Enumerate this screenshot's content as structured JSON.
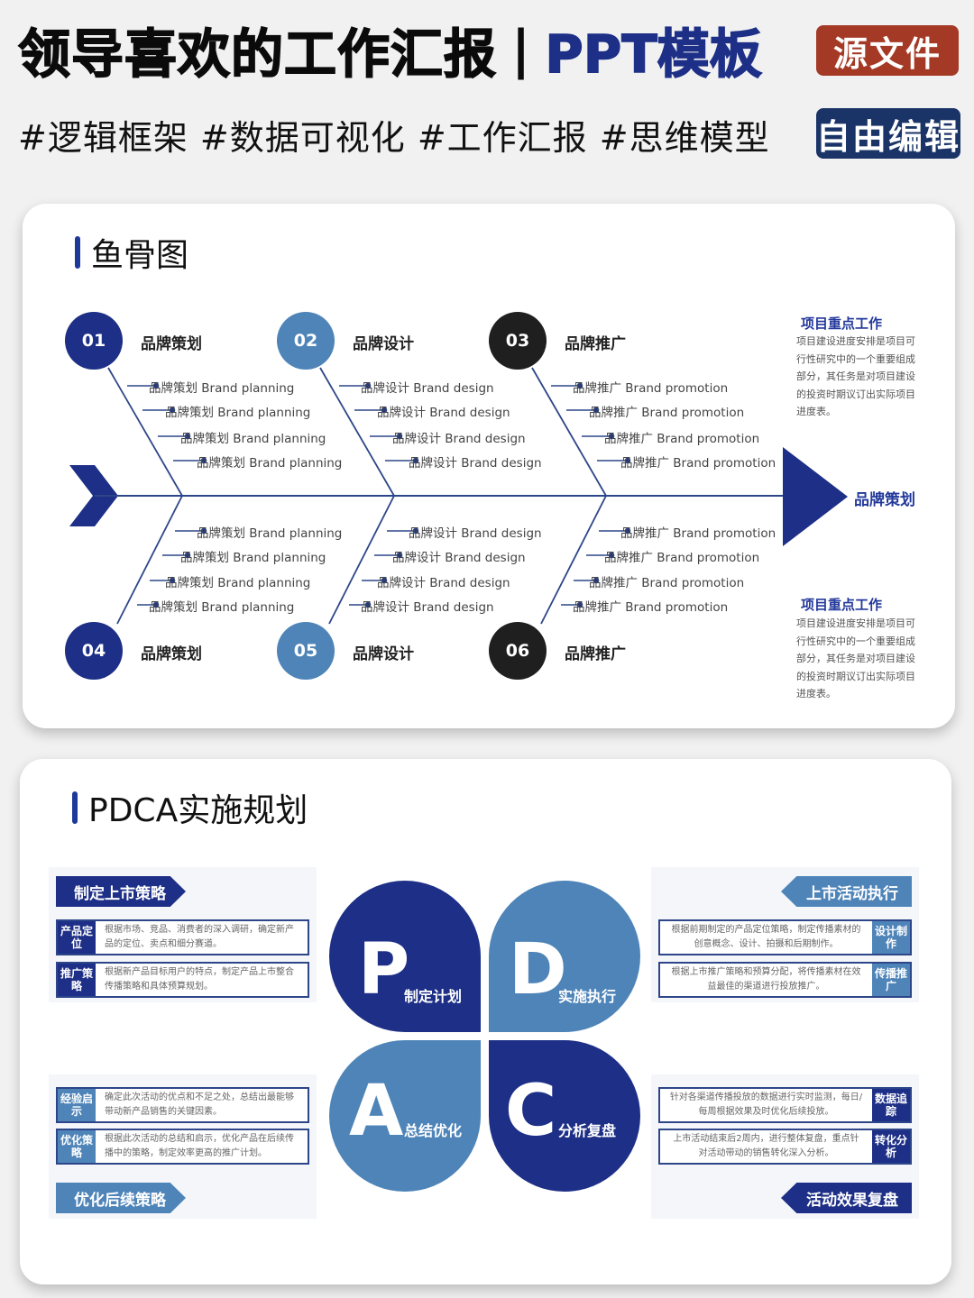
{
  "header": {
    "title_main": "领导喜欢的工作汇报",
    "title_sep": "|",
    "title_accent": "PPT模板",
    "badge_source": "源文件",
    "tags": "#逻辑框架 #数据可视化 #工作汇报 #思维模型",
    "badge_edit": "自由编辑"
  },
  "colors": {
    "navy": "#1d2f86",
    "steel": "#4e84b8",
    "dark": "#1f1f1f",
    "red_badge": "#a43a25",
    "edit_badge": "#1b3468"
  },
  "fishbone": {
    "title": "鱼骨图",
    "head_label": "品牌策划",
    "nodes": [
      {
        "num": "01",
        "label": "品牌策划",
        "color": "#1d2f86",
        "items": [
          "品牌策划 Brand planning",
          "品牌策划 Brand planning",
          "品牌策划 Brand planning",
          "品牌策划 Brand planning"
        ]
      },
      {
        "num": "02",
        "label": "品牌设计",
        "color": "#4e84b8",
        "items": [
          "品牌设计 Brand design",
          "品牌设计 Brand design",
          "品牌设计 Brand design",
          "品牌设计 Brand design"
        ]
      },
      {
        "num": "03",
        "label": "品牌推广",
        "color": "#1f1f1f",
        "items": [
          "品牌推广 Brand promotion",
          "品牌推广 Brand promotion",
          "品牌推广 Brand promotion",
          "品牌推广 Brand promotion"
        ]
      },
      {
        "num": "04",
        "label": "品牌策划",
        "color": "#1d2f86",
        "items": [
          "品牌策划 Brand planning",
          "品牌策划 Brand planning",
          "品牌策划 Brand planning",
          "品牌策划 Brand planning"
        ]
      },
      {
        "num": "05",
        "label": "品牌设计",
        "color": "#4e84b8",
        "items": [
          "品牌设计 Brand design",
          "品牌设计 Brand design",
          "品牌设计 Brand design",
          "品牌设计 Brand design"
        ]
      },
      {
        "num": "06",
        "label": "品牌推广",
        "color": "#1f1f1f",
        "items": [
          "品牌推广 Brand promotion",
          "品牌推广 Brand promotion",
          "品牌推广 Brand promotion",
          "品牌推广 Brand promotion"
        ]
      }
    ],
    "side_notes": [
      {
        "title": "项目重点工作",
        "body": "项目建设进度安排是项目可行性研究中的一个重要组成部分，其任务是对项目建设的投资时期议订出实际项目进度表。"
      },
      {
        "title": "项目重点工作",
        "body": "项目建设进度安排是项目可行性研究中的一个重要组成部分，其任务是对项目建设的投资时期议订出实际项目进度表。"
      }
    ]
  },
  "pdca": {
    "title": "PDCA实施规划",
    "petals": [
      {
        "letter": "P",
        "label": "制定计划",
        "color": "#1d2f86"
      },
      {
        "letter": "D",
        "label": "实施执行",
        "color": "#4e84b8"
      },
      {
        "letter": "A",
        "label": "总结优化",
        "color": "#4e84b8"
      },
      {
        "letter": "C",
        "label": "分析复盘",
        "color": "#1d2f86"
      }
    ],
    "panels": {
      "top_left": {
        "banner": "制定上市策略",
        "rows": [
          {
            "label": "产品定位",
            "text": "根据市场、竞品、消费者的深入调研，确定新产品的定位、卖点和细分赛道。"
          },
          {
            "label": "推广策略",
            "text": "根据新产品目标用户的特点，制定产品上市整合传播策略和具体预算规划。"
          }
        ]
      },
      "top_right": {
        "banner": "上市活动执行",
        "rows": [
          {
            "label": "设计制作",
            "text": "根据前期制定的产品定位策略，制定传播素材的创意概念、设计、拍摄和后期制作。"
          },
          {
            "label": "传播推广",
            "text": "根据上市推广策略和预算分配，将传播素材在效益最佳的渠道进行投放推广。"
          }
        ]
      },
      "bottom_left": {
        "banner": "优化后续策略",
        "rows": [
          {
            "label": "经验启示",
            "text": "确定此次活动的优点和不足之处，总结出最能够带动新产品销售的关键因素。"
          },
          {
            "label": "优化策略",
            "text": "根据此次活动的总结和启示，优化产品在后续传播中的策略，制定效率更高的推广计划。"
          }
        ]
      },
      "bottom_right": {
        "banner": "活动效果复盘",
        "rows": [
          {
            "label": "数据追踪",
            "text": "针对各渠道传播投放的数据进行实时监测，每日/每周根据效果及时优化后续投放。"
          },
          {
            "label": "转化分析",
            "text": "上市活动结束后2周内，进行整体复盘，重点针对活动带动的销售转化深入分析。"
          }
        ]
      }
    }
  }
}
